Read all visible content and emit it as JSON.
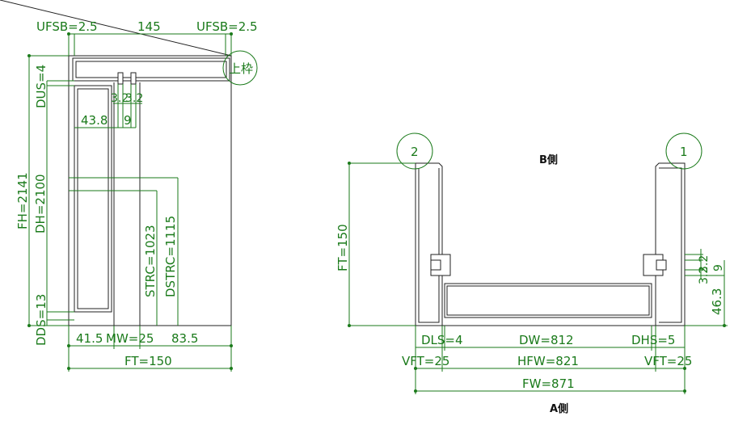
{
  "section_view": {
    "dims": {
      "ufsb_left": "UFSB=2.5",
      "top_width": "145",
      "ufsb_right": "UFSB=2.5",
      "head_label": "上枠",
      "dus": "DUS=4",
      "gap_a": "3.2",
      "gap_b": "3.2",
      "stop_offset": "43.8",
      "stop_depth": "9",
      "fh": "FH=2141",
      "dh": "DH=2100",
      "strc": "STRC=1023",
      "dstrc": "DSTRC=1115",
      "dds": "DDS=13",
      "left_space": "41.5",
      "mw": "MW=25",
      "right_space": "83.5",
      "ft": "FT=150"
    }
  },
  "plan_view": {
    "side_b": "B側",
    "side_a": "A側",
    "mark_left": "2",
    "mark_right": "1",
    "dims": {
      "ft": "FT=150",
      "gap_a": "3.2",
      "gap_b": "3.2",
      "stop_depth": "9",
      "jamb_offset": "46.3",
      "dls": "DLS=4",
      "dw": "DW=812",
      "dhs": "DHS=5",
      "vft_left": "VFT=25",
      "hfw": "HFW=821",
      "vft_right": "VFT=25",
      "fw": "FW=871"
    }
  }
}
